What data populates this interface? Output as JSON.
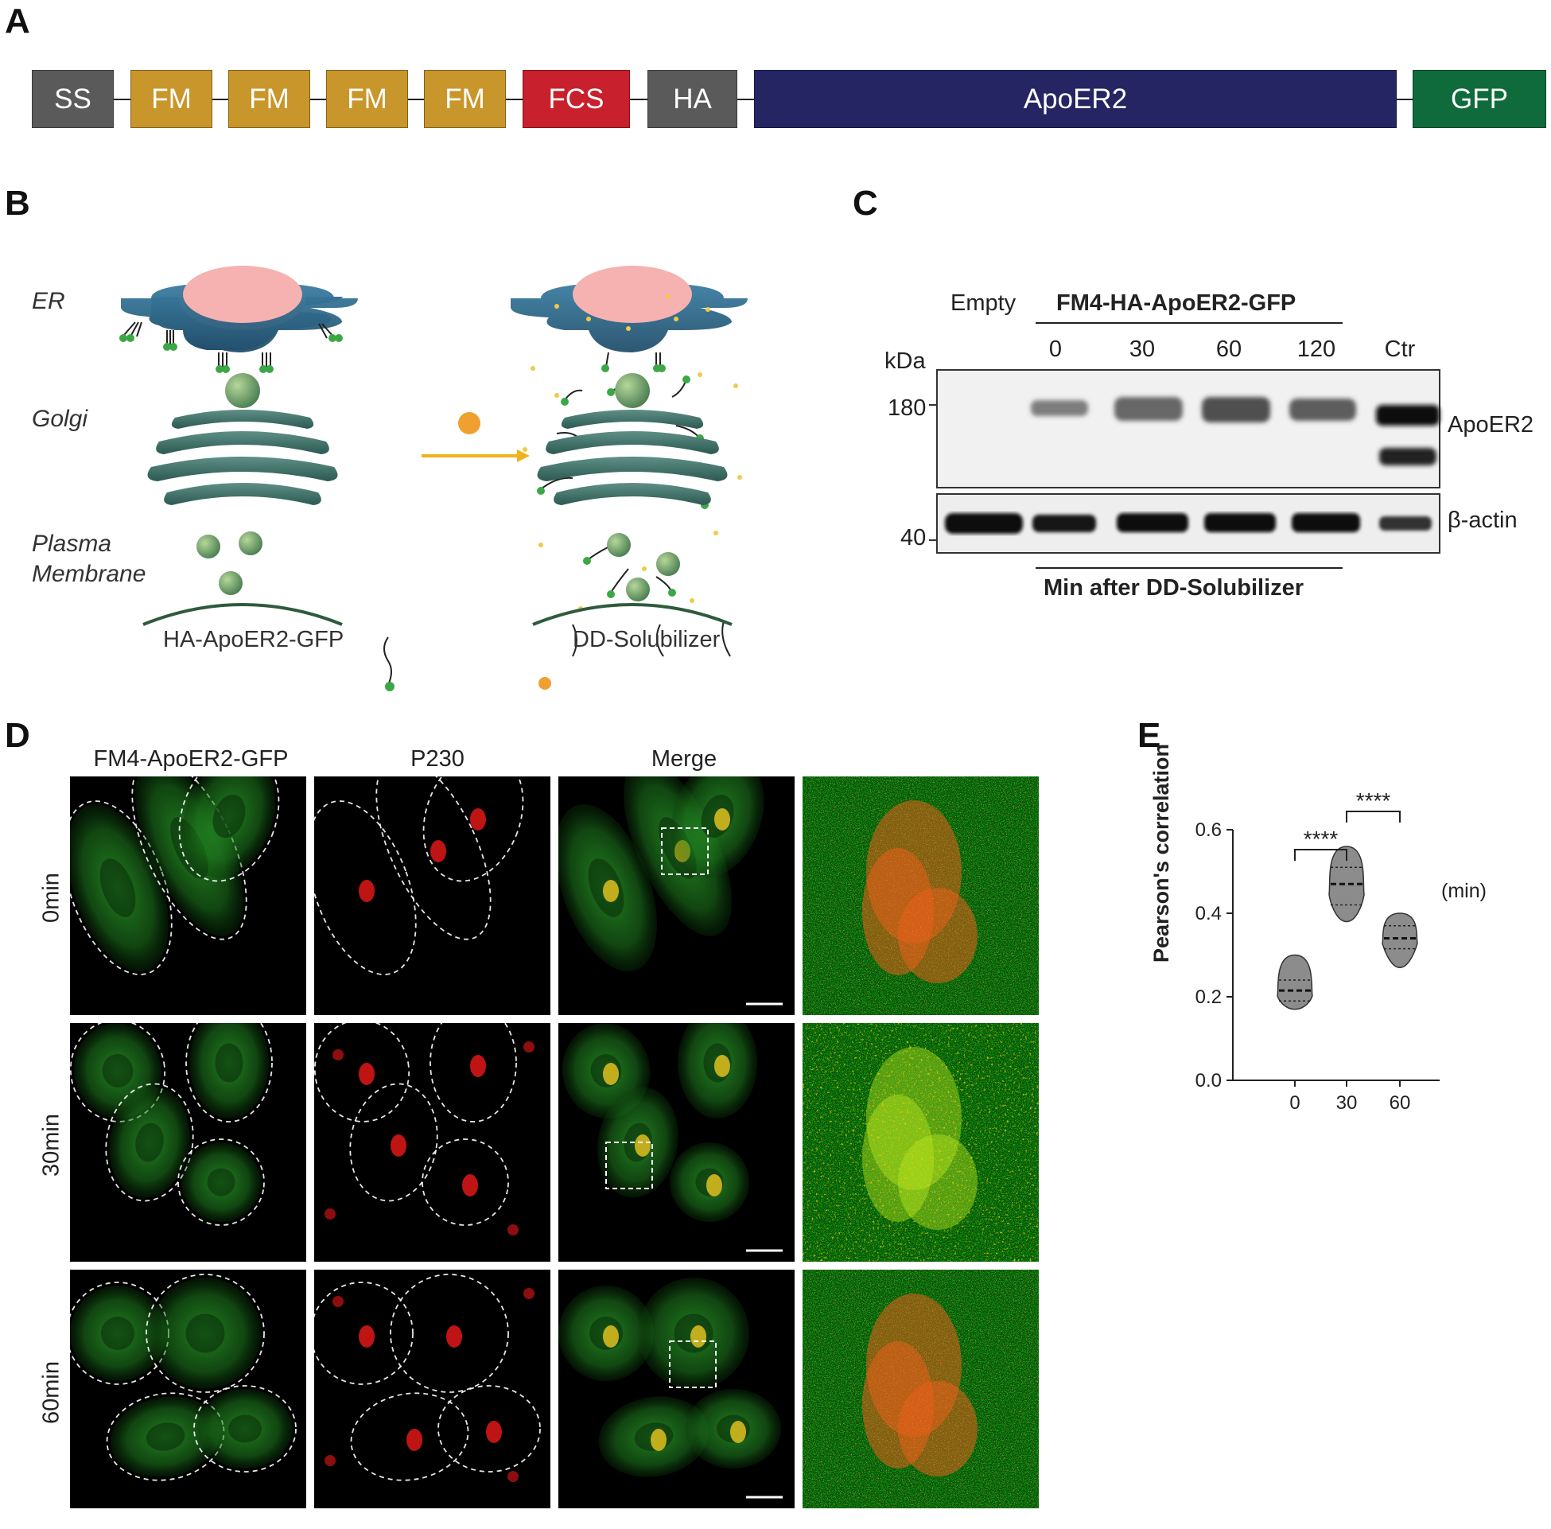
{
  "panelA": {
    "letter": "A",
    "domains": [
      {
        "label": "SS",
        "color": "#5a5a5a"
      },
      {
        "label": "FM",
        "color": "#c8962a"
      },
      {
        "label": "FM",
        "color": "#c8962a"
      },
      {
        "label": "FM",
        "color": "#c8962a"
      },
      {
        "label": "FM",
        "color": "#c8962a"
      },
      {
        "label": "FCS",
        "color": "#c8202c"
      },
      {
        "label": "HA",
        "color": "#5a5a5a"
      },
      {
        "label": "ApoER2",
        "color": "#242562"
      },
      {
        "label": "GFP",
        "color": "#0f6b3b"
      }
    ]
  },
  "panelB": {
    "letter": "B",
    "labels": {
      "er": "ER",
      "golgi": "Golgi",
      "pm1": "Plasma",
      "pm2": "Membrane"
    },
    "legend": {
      "protein": "HA-ApoER2-GFP",
      "drug": "DD-Solubilizer"
    },
    "colors": {
      "er": "#2f6a8a",
      "nucleus": "#f6b2b0",
      "golgi": "#3d7168",
      "vesicle": "#5f9d63",
      "gfp": "#3ca845",
      "drug": "#f0a030",
      "arrow": "#f2b21b"
    }
  },
  "panelC": {
    "letter": "C",
    "empty_label": "Empty",
    "construct_label": "FM4-HA-ApoER2-GFP",
    "lanes": [
      "0",
      "30",
      "60",
      "120",
      "Ctr"
    ],
    "kda_label": "kDa",
    "markers": [
      "180",
      "40"
    ],
    "blot_labels": [
      "ApoER2",
      "β-actin"
    ],
    "bottom_label": "Min after DD-Solubilizer"
  },
  "panelD": {
    "letter": "D",
    "columns": [
      "FM4-ApoER2-GFP",
      "P230",
      "Merge"
    ],
    "rows": [
      "0min",
      "30min",
      "60min"
    ]
  },
  "panelE": {
    "letter": "E",
    "chart_data": {
      "type": "violin",
      "ylabel": "Pearson's correlation",
      "xunit": "(min)",
      "categories": [
        "0",
        "30",
        "60"
      ],
      "ylim": [
        0.0,
        0.6
      ],
      "yticks": [
        "0.0",
        "0.2",
        "0.4",
        "0.6"
      ],
      "series": [
        {
          "category": "0",
          "min": 0.17,
          "q1": 0.19,
          "median": 0.215,
          "q3": 0.24,
          "max": 0.3
        },
        {
          "category": "30",
          "min": 0.38,
          "q1": 0.42,
          "median": 0.47,
          "q3": 0.51,
          "max": 0.56
        },
        {
          "category": "60",
          "min": 0.27,
          "q1": 0.315,
          "median": 0.34,
          "q3": 0.37,
          "max": 0.4
        }
      ],
      "annotations": [
        {
          "from": "0",
          "to": "30",
          "label": "****"
        },
        {
          "from": "30",
          "to": "60",
          "label": "****"
        }
      ],
      "fill_color": "#8c8c8c"
    }
  }
}
